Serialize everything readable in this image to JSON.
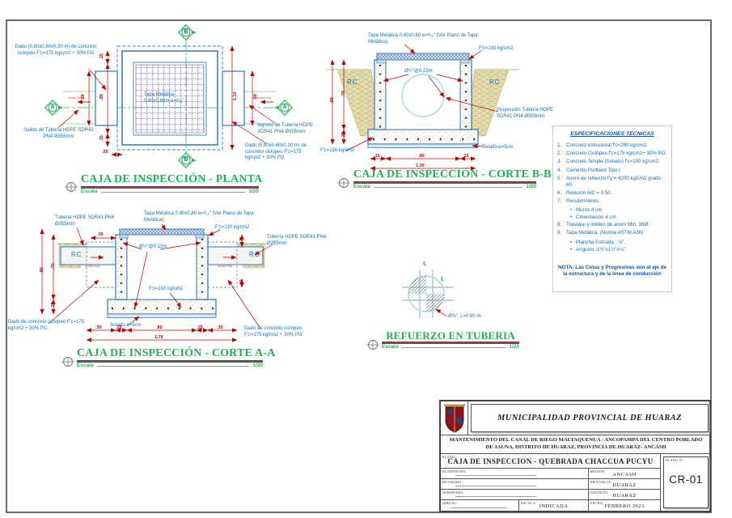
{
  "shared": {
    "escala": "Escala",
    "scale_1_20": "1/20",
    "scale_1_25": "1/25",
    "rc": "RC",
    "fc210": "F'c=210 kg/cm2",
    "tuberia_hdpe": "Tubería HDPE SDR41 PN4 Ø355mm",
    "solado": "Solado e=5cm",
    "rebar_spacing": "Ø½\"@0.15m",
    "dado_plan": "Dado (0.60x0.60x0.30 m) de concreto ciclopeo F'c=175 kg/cm2 + 30% PG",
    "dado_corte": "Dado de concreto ciclopeo F'c=175 kg/cm2 + 30% PG",
    "tapa_corte": "Tapa Metálica 0.80x0.80 e=³⁄₁₆\" (Ver Plano de Tapa Metálica)",
    "flujo": "sentido flujo",
    "marker_a": "A",
    "marker_b": "B"
  },
  "dims": {
    "d05": ".05",
    "d10": ".10",
    "d15": ".15",
    "d20": ".20",
    "d30": ".30",
    "d60": ".60",
    "d70": ".70",
    "d80": ".80",
    "d90": ".90",
    "d110": "1.10",
    "d120": "1.20",
    "d170": "1.70"
  },
  "plan": {
    "title": "CAJA DE INSPECCIÓN - PLANTA",
    "tapa_label": "Tapa Metálica 0.80x0.80m e=³⁄₁₆\"",
    "salida": "Salida de Tubería HDPE SDR41 PN4 Ø355mm",
    "ingreso": "Ingreso de Tubería HDPE SDR41 PN4 Ø355mm"
  },
  "corte_bb": {
    "title": "CAJA DE INSPECCIÓN  - CORTE B-B",
    "proyeccion": "Proyección Tubería HDPE SDR41 PN4 Ø355mm"
  },
  "corte_aa": {
    "title": "CAJA DE INSPECCIÓN  - CORTE A-A"
  },
  "refuerzo": {
    "title": "REFUERZO EN TUBERIA",
    "bar_label": "Ø⅜\", L=0.60 m.",
    "centerline_symbol": "℄"
  },
  "specs": {
    "title": "ESPECIFICACIONES TÉCNICAS",
    "bullet": "•",
    "items": [
      {
        "n": "1.",
        "text": "Concreto  estructural f'c=280 kg/cm2."
      },
      {
        "n": "2.",
        "text": "Concreto  Ciclópeo f'c=175 kg/cm2+ 30% PG."
      },
      {
        "n": "3.",
        "text": "Concreto Simple (Solado) f'c=100 kg/cm2."
      },
      {
        "n": "4.",
        "text": "Cemento Portland  Tipo I."
      },
      {
        "n": "5.",
        "text": "Acero de refuerzo f'y = 4200 kg/cm2 grado 60."
      },
      {
        "n": "6.",
        "text": "Relación A/C = 0.50"
      },
      {
        "n": "7.",
        "text": "Recubrimiento."
      },
      {
        "n": "8.",
        "text": "Traslape y dobles de acero Min. 36Ø."
      },
      {
        "n": "9.",
        "text": "Tapa Metálica. (Norma ASTM A36)"
      }
    ],
    "sub7": [
      "Muros  4 cm.",
      "Cimentación 4 cm"
    ],
    "sub9": [
      "Plancha Estriada : ⅛\".",
      "Angulos :1½\"x1½\"x⅛\""
    ],
    "nota": "NOTA: Las Cotas y Progresivas son al eje de la estructura y de la línea de conducción"
  },
  "titleblock": {
    "entity": "MUNICIPALIDAD PROVINCIAL DE HUARAZ",
    "project": "MANTENIMIENTO DEL CANAL DE RIEGO MALTAQUENUA - ANCOPAMPA DEL CENTRO POBLADO DE JAUNA, DISTRITO DE HUARAZ, PROVINCIA DE HUARAZ- ANCASH",
    "plano_label": "PLANO:",
    "plano_title": "CAJA DE INSPECCION - QUEBRADA CHACCUA PUCYU",
    "elaborado_label": "ELABORADO:",
    "revisado_label": "REVISADO :",
    "aprobado_label": "APROBADO:",
    "dibujo_label": "DIBUJO:",
    "escala_label": "ESCALA:",
    "escala_value": "INDICADA",
    "region_label": "REGIÓN:",
    "region_value": "ANCASH",
    "provincia_label": "PROVINCIA:",
    "provincia_value": "HUARAZ",
    "distrito_label": "DISTRITO:",
    "distrito_value": "HUARAZ",
    "fecha_label": "FECHA:",
    "fecha_value": "FEBRERO  2023",
    "plano_num_label": "PLANO Nº",
    "plano_num": "CR-01"
  },
  "colors": {
    "accent_green": "#23b14d",
    "dim_red": "#c00000",
    "label_blue": "#0b70c4",
    "line_blue": "#3c7fc0",
    "earth_tan": "#ded7a8"
  }
}
